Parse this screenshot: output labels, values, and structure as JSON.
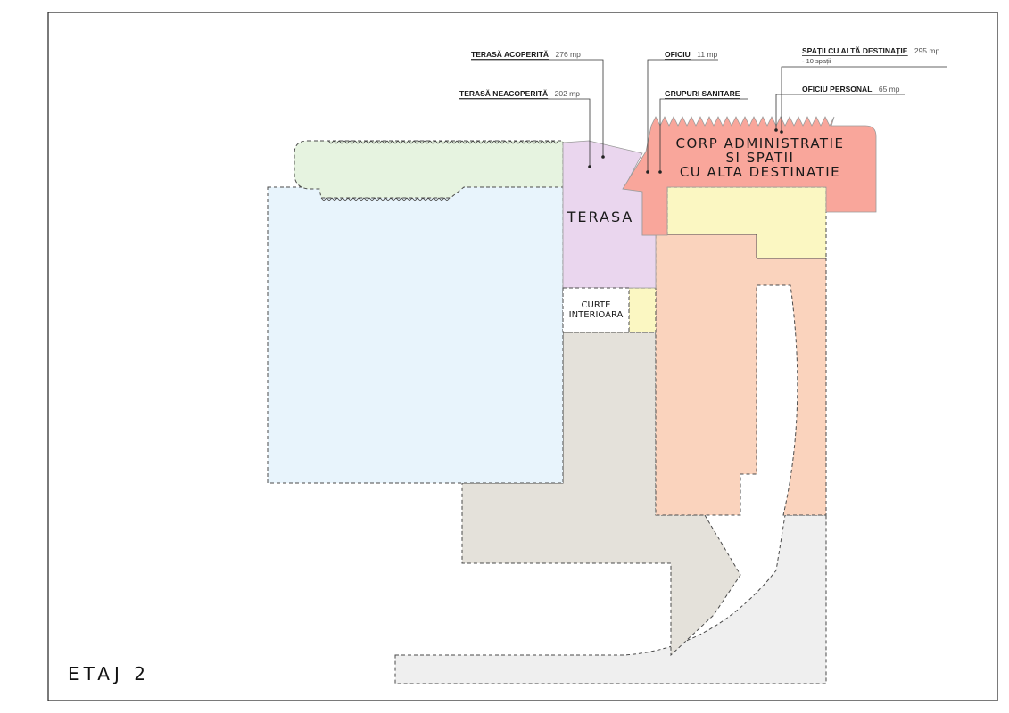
{
  "floor_label": "ETAJ 2",
  "colors": {
    "blue_zone": "#e8f4fc",
    "green_zone": "#e6f3e0",
    "terasa_zone": "#ead6ee",
    "admin_zone": "#f9a69b",
    "yellow_zone": "#fbf7c2",
    "peach_zone": "#fad3bd",
    "grey_zone": "#e4e1da",
    "light_grey_zone": "#efefef"
  },
  "labels": {
    "terasa": "TERASA",
    "curte_line1": "CURTE",
    "curte_line2": "INTERIOARA",
    "corp_line1": "CORP ADMINISTRATIE",
    "corp_line2": "SI SPATII",
    "corp_line3": "CU ALTA DESTINATIE"
  },
  "annotations": {
    "terasa_acoperita": {
      "title": "TERASĂ ACOPERITĂ",
      "value": "276 mp"
    },
    "terasa_neacoperita": {
      "title": "TERASĂ NEACOPERITĂ",
      "value": "202 mp"
    },
    "oficiu": {
      "title": "OFICIU",
      "value": "11 mp"
    },
    "grupuri_sanitare": {
      "title": "GRUPURI SANITARE"
    },
    "spatii_alta_destinatie": {
      "title": "SPAȚII CU ALTĂ DESTINAȚIE",
      "value": "295 mp",
      "note": "- 10 spații"
    },
    "oficiu_personal": {
      "title": "OFICIU PERSONAL",
      "value": "65 mp"
    }
  }
}
